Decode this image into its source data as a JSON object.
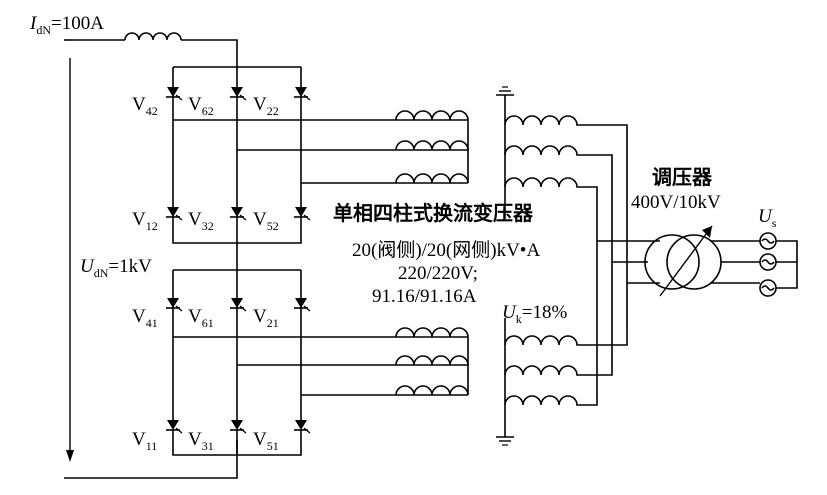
{
  "input_current": {
    "symbol": "I",
    "subscript": "dN",
    "value": "=100A"
  },
  "dc_voltage": {
    "symbol": "U",
    "subscript": "dN",
    "value": "=1kV"
  },
  "thyristors": [
    {
      "name": "V",
      "sub": "42"
    },
    {
      "name": "V",
      "sub": "62"
    },
    {
      "name": "V",
      "sub": "22"
    },
    {
      "name": "V",
      "sub": "12"
    },
    {
      "name": "V",
      "sub": "32"
    },
    {
      "name": "V",
      "sub": "52"
    },
    {
      "name": "V",
      "sub": "41"
    },
    {
      "name": "V",
      "sub": "61"
    },
    {
      "name": "V",
      "sub": "21"
    },
    {
      "name": "V",
      "sub": "11"
    },
    {
      "name": "V",
      "sub": "31"
    },
    {
      "name": "V",
      "sub": "51"
    }
  ],
  "transformer": {
    "title": "单相四柱式换流变压器",
    "rating": "20(阀侧)/20(网侧)kV•A",
    "voltage": "220/220V;",
    "current": "91.16/91.16A",
    "impedance_symbol": "U",
    "impedance_sub": "k",
    "impedance_value": "=18%"
  },
  "regulator": {
    "title": "调压器",
    "ratio": "400V/10kV"
  },
  "source": {
    "symbol": "U",
    "subscript": "s"
  }
}
